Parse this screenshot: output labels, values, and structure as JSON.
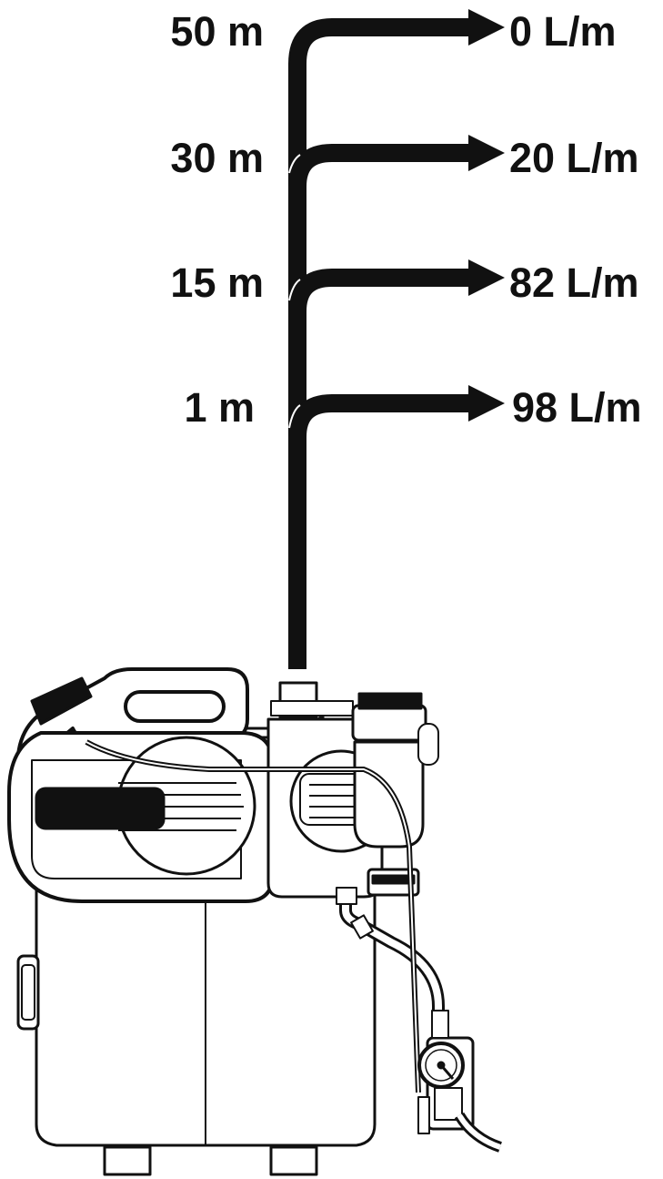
{
  "levels": [
    {
      "height": "50 m",
      "flow": "0 L/m"
    },
    {
      "height": "30 m",
      "flow": "20 L/m"
    },
    {
      "height": "15 m",
      "flow": "82 L/m"
    },
    {
      "height": "1 m",
      "flow": "98 L/m"
    }
  ],
  "colors": {
    "ink": "#111111",
    "background": "#ffffff"
  },
  "icons": [
    "pump-illustration",
    "pressure-gauge-icon",
    "arrow-right-icon"
  ]
}
